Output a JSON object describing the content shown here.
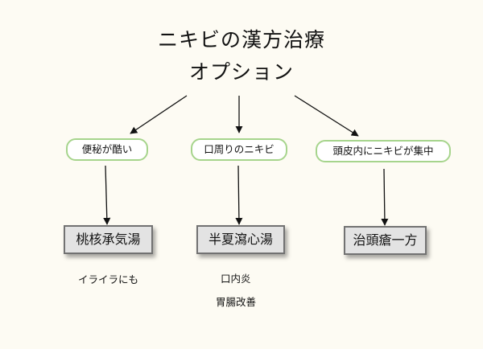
{
  "title": {
    "line1": "ニキビの漢方治療",
    "line2": "オプション"
  },
  "conditions": [
    {
      "label": "便秘が酷い"
    },
    {
      "label": "口周りのニキビ"
    },
    {
      "label": "頭皮内にニキビが集中"
    }
  ],
  "remedies": [
    {
      "label": "桃核承気湯"
    },
    {
      "label": "半夏瀉心湯"
    },
    {
      "label": "治頭瘡一方"
    }
  ],
  "notes": [
    {
      "text": "イライラにも"
    },
    {
      "text": "口内炎"
    },
    {
      "text": "胃腸改善"
    }
  ],
  "colors": {
    "background": "#fdfbf3",
    "condition_border": "#a6d48c",
    "remedy_fill": "#e3e3e3",
    "remedy_border": "#727272"
  }
}
